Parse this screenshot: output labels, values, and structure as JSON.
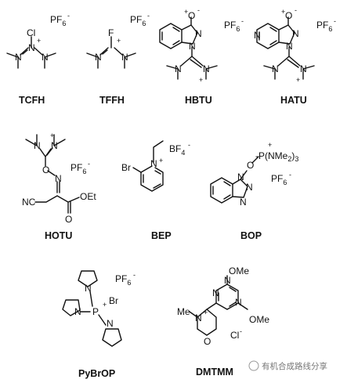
{
  "compounds": [
    {
      "name": "TCFH",
      "substituent": "Cl",
      "counterion": "PF6"
    },
    {
      "name": "TFFH",
      "substituent": "F",
      "counterion": "PF6"
    },
    {
      "name": "HBTU",
      "counterion": "PF6",
      "n_oxide": "O"
    },
    {
      "name": "HATU",
      "counterion": "PF6",
      "n_oxide": "O"
    },
    {
      "name": "HOTU",
      "counterion": "PF6",
      "groups": [
        "NC",
        "OEt"
      ]
    },
    {
      "name": "BEP",
      "substituent": "Br",
      "counterion": "BF4"
    },
    {
      "name": "BOP",
      "phosphonium_group": "P(NMe2)3",
      "counterion": "PF6"
    },
    {
      "name": "PyBrOP",
      "substituent": "Br",
      "counterion": "PF6"
    },
    {
      "name": "DMTMM",
      "methoxy": "OMe",
      "n_methyl": "Me",
      "counterion": "Cl"
    }
  ],
  "atoms": {
    "N": "N",
    "O": "O",
    "P": "P",
    "plus": "+",
    "minus": "-"
  },
  "watermark": "有机合成路线分享"
}
